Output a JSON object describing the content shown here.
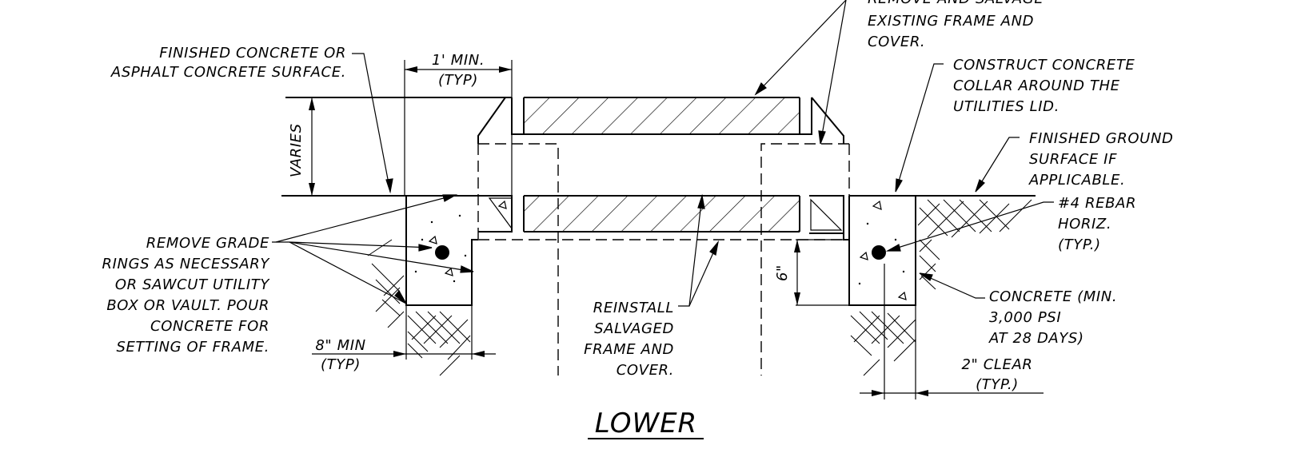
{
  "notes": {
    "remove_salvage": [
      "REMOVE AND SALVAGE",
      "EXISTING FRAME AND",
      "COVER."
    ],
    "finished_surface": [
      "FINISHED CONCRETE OR",
      "ASPHALT CONCRETE SURFACE."
    ],
    "construct_collar": [
      "CONSTRUCT CONCRETE",
      "COLLAR AROUND THE",
      "UTILITIES LID."
    ],
    "finished_ground": [
      "FINISHED GROUND",
      "SURFACE IF",
      "APPLICABLE."
    ],
    "rebar": [
      "#4 REBAR",
      "HORIZ.",
      "(TYP.)"
    ],
    "remove_grade": [
      "REMOVE GRADE",
      "RINGS AS NECESSARY",
      "OR SAWCUT UTILITY",
      "BOX OR VAULT. POUR",
      "CONCRETE FOR",
      "SETTING OF FRAME."
    ],
    "reinstall": [
      "REINSTALL",
      "SALVAGED",
      "FRAME AND",
      "COVER."
    ],
    "concrete": [
      "CONCRETE (MIN.",
      "3,000 PSI",
      "AT 28 DAYS)"
    ]
  },
  "dimensions": {
    "one_ft_min": "1' MIN.",
    "one_ft_typ": "(TYP)",
    "varies": "VARIES",
    "six_in": "6\"",
    "eight_min": "8\" MIN",
    "eight_typ": "(TYP)",
    "two_clear": "2\" CLEAR",
    "two_typ": "(TYP.)"
  },
  "title": "LOWER"
}
